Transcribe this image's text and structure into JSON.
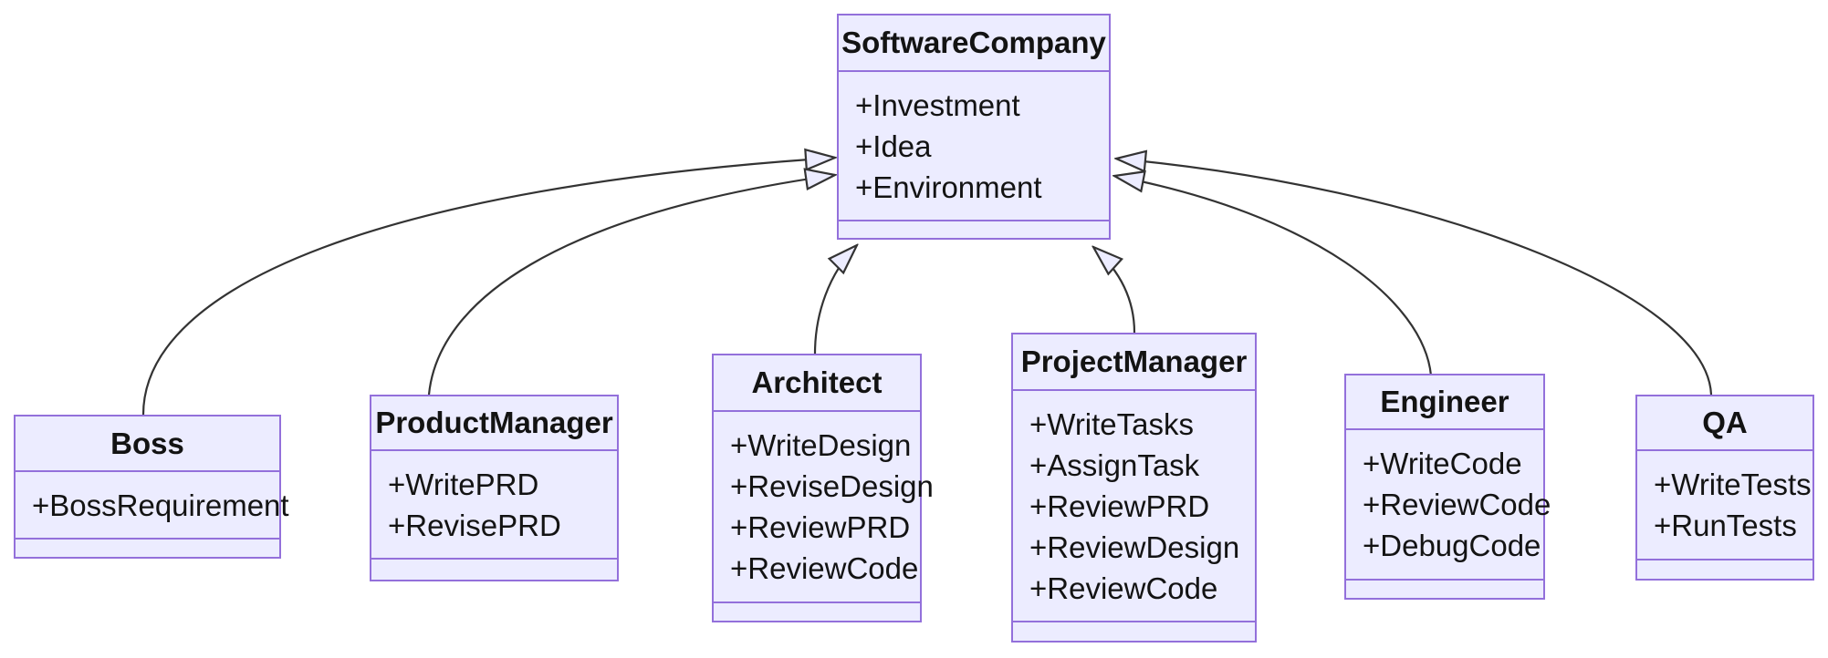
{
  "diagram": {
    "kind": "uml-class-diagram",
    "relation_type": "inheritance"
  },
  "colors": {
    "background": "#FFFFFF",
    "box_fill": "#ECECFF",
    "box_border": "#9370DB",
    "edge_stroke": "#333333",
    "text": "#131313"
  },
  "classes": {
    "softwarecompany": {
      "name": "SoftwareCompany",
      "attributes": [
        "+Investment",
        "+Idea",
        "+Environment"
      ]
    },
    "boss": {
      "name": "Boss",
      "attributes": [
        "+BossRequirement"
      ]
    },
    "productmanager": {
      "name": "ProductManager",
      "attributes": [
        "+WritePRD",
        "+RevisePRD"
      ]
    },
    "architect": {
      "name": "Architect",
      "attributes": [
        "+WriteDesign",
        "+ReviseDesign",
        "+ReviewPRD",
        "+ReviewCode"
      ]
    },
    "projectmanager": {
      "name": "ProjectManager",
      "attributes": [
        "+WriteTasks",
        "+AssignTask",
        "+ReviewPRD",
        "+ReviewDesign",
        "+ReviewCode"
      ]
    },
    "engineer": {
      "name": "Engineer",
      "attributes": [
        "+WriteCode",
        "+ReviewCode",
        "+DebugCode"
      ]
    },
    "qa": {
      "name": "QA",
      "attributes": [
        "+WriteTests",
        "+RunTests"
      ]
    }
  },
  "relations": [
    {
      "from": "Boss",
      "to": "SoftwareCompany",
      "type": "inheritance"
    },
    {
      "from": "ProductManager",
      "to": "SoftwareCompany",
      "type": "inheritance"
    },
    {
      "from": "Architect",
      "to": "SoftwareCompany",
      "type": "inheritance"
    },
    {
      "from": "ProjectManager",
      "to": "SoftwareCompany",
      "type": "inheritance"
    },
    {
      "from": "Engineer",
      "to": "SoftwareCompany",
      "type": "inheritance"
    },
    {
      "from": "QA",
      "to": "SoftwareCompany",
      "type": "inheritance"
    }
  ]
}
